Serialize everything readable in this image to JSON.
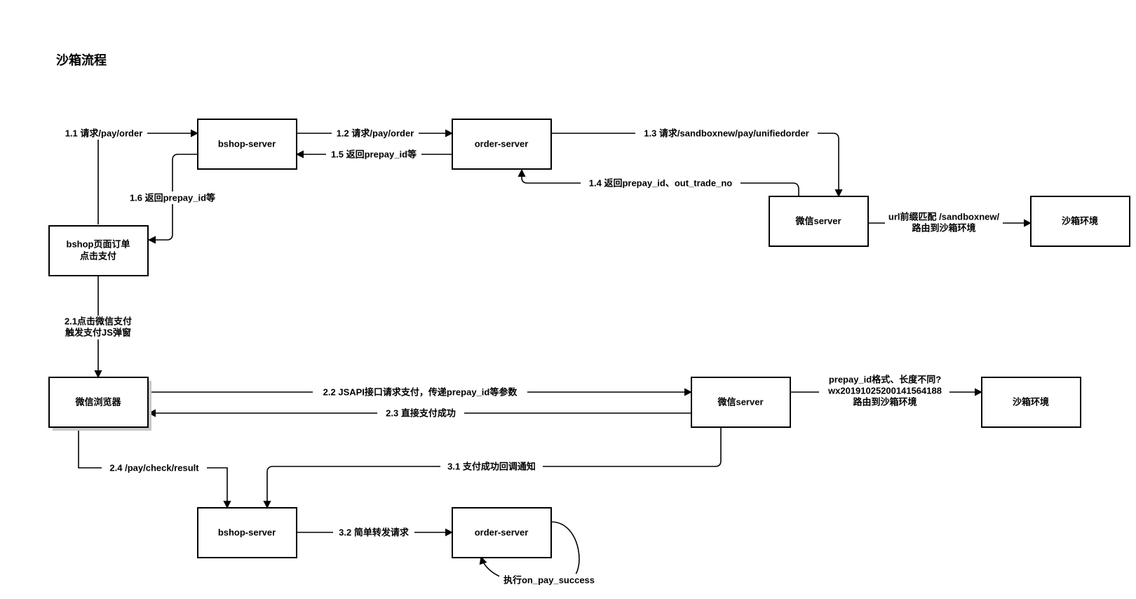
{
  "title": "沙箱流程",
  "nodes": {
    "bshop_server_top": "bshop-server",
    "order_server_top": "order-server",
    "wechat_server_top": "微信server",
    "sandbox_top": "沙箱环境",
    "bshop_page": [
      "bshop页面订单",
      "点击支付"
    ],
    "wechat_browser": "微信浏览器",
    "wechat_server_bottom": "微信server",
    "sandbox_bottom": "沙箱环境",
    "bshop_server_bottom": "bshop-server",
    "order_server_bottom": "order-server"
  },
  "edges": {
    "e1_1": "1.1 请求/pay/order",
    "e1_2": "1.2 请求/pay/order",
    "e1_3": "1.3 请求/sandboxnew/pay/unifiedorder",
    "e1_4": "1.4 返回prepay_id、out_trade_no",
    "e1_5": "1.5 返回prepay_id等",
    "e1_6": "1.6 返回prepay_id等",
    "e_route_top": [
      "url前缀匹配 /sandboxnew/",
      "路由到沙箱环境"
    ],
    "e2_1": [
      "2.1点击微信支付",
      "触发支付JS弹窗"
    ],
    "e2_2": "2.2 JSAPI接口请求支付，传递prepay_id等参数",
    "e2_3": "2.3  直接支付成功",
    "e_route_bottom": [
      "prepay_id格式、长度不同?",
      "wx20191025200141564188",
      "路由到沙箱环境"
    ],
    "e2_4": "2.4 /pay/check/result",
    "e3_1": "3.1 支付成功回调通知",
    "e3_2": "3.2 简单转发请求",
    "e_exec": "执行on_pay_success"
  }
}
